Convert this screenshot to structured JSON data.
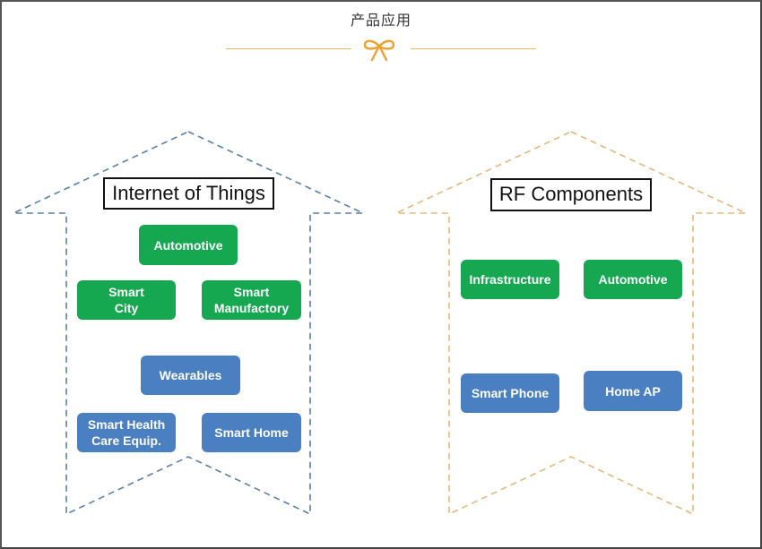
{
  "title": "产品应用",
  "colors": {
    "accent_line": "#f0b85a",
    "iot_outline": "#5b7fa6",
    "rf_outline": "#e2b97a",
    "green_tile": "#16a851",
    "blue_tile": "#4a7fc1"
  },
  "decoration": {
    "icon": "bow-icon"
  },
  "panels": [
    {
      "heading": "Internet of Things",
      "green_items": [
        "Automotive",
        "Smart City",
        "Smart Manufactory"
      ],
      "blue_items": [
        "Wearables",
        "Smart Health Care Equip.",
        "Smart Home"
      ]
    },
    {
      "heading": "RF Components",
      "green_items": [
        "Infrastructure",
        "Automotive"
      ],
      "blue_items": [
        "Smart Phone",
        "Home AP"
      ]
    }
  ],
  "labels": {
    "iot_auto": "Automotive",
    "iot_city_1": "Smart",
    "iot_city_2": "City",
    "iot_manu_1": "Smart",
    "iot_manu_2": "Manufactory",
    "iot_wear": "Wearables",
    "iot_health_1": "Smart Health",
    "iot_health_2": "Care Equip.",
    "iot_home": "Smart Home",
    "rf_infra": "Infrastructure",
    "rf_auto": "Automotive",
    "rf_phone": "Smart Phone",
    "rf_ap": "Home AP"
  }
}
